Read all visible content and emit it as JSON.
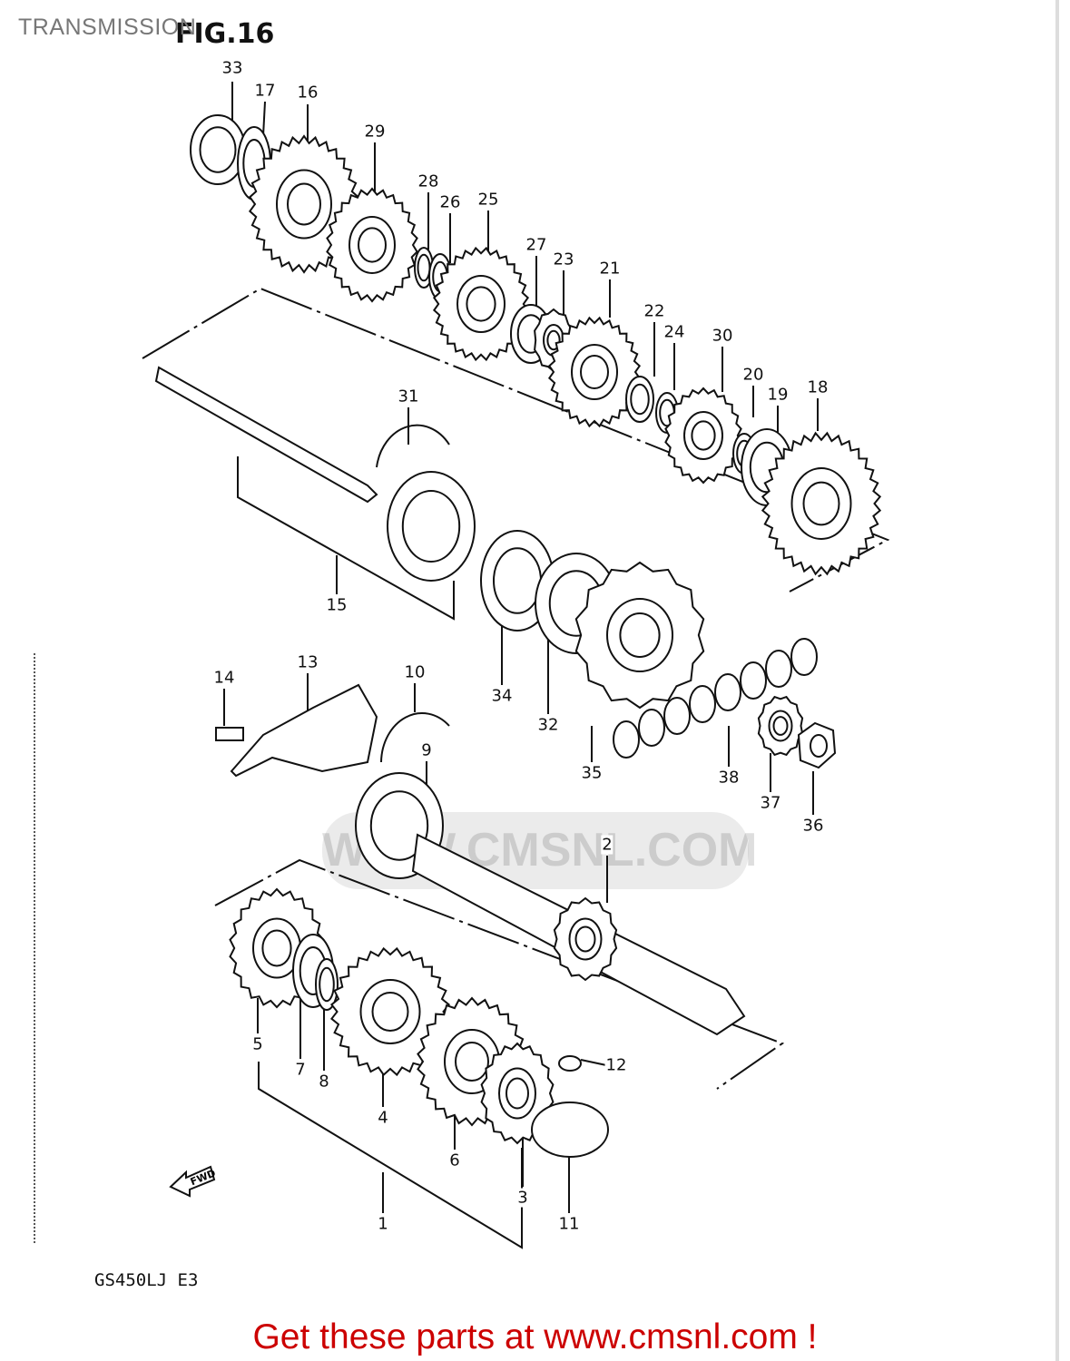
{
  "header": {
    "title": "TRANSMISSION",
    "figure": "FIG.16"
  },
  "callouts": [
    "33",
    "17",
    "16",
    "29",
    "28",
    "26",
    "25",
    "27",
    "23",
    "21",
    "22",
    "24",
    "30",
    "20",
    "19",
    "18",
    "31",
    "15",
    "34",
    "32",
    "35",
    "38",
    "37",
    "36",
    "14",
    "13",
    "10",
    "9",
    "2",
    "12",
    "5",
    "7",
    "8",
    "4",
    "6",
    "3",
    "1",
    "11"
  ],
  "watermark": "WWW.CMSNL.COM",
  "fwd_label": "FWD",
  "model": "GS450LJ E3",
  "promo": "Get these parts at www.cmsnl.com !",
  "colors": {
    "promo": "#cc0000",
    "title": "#777777",
    "line": "#111111"
  }
}
